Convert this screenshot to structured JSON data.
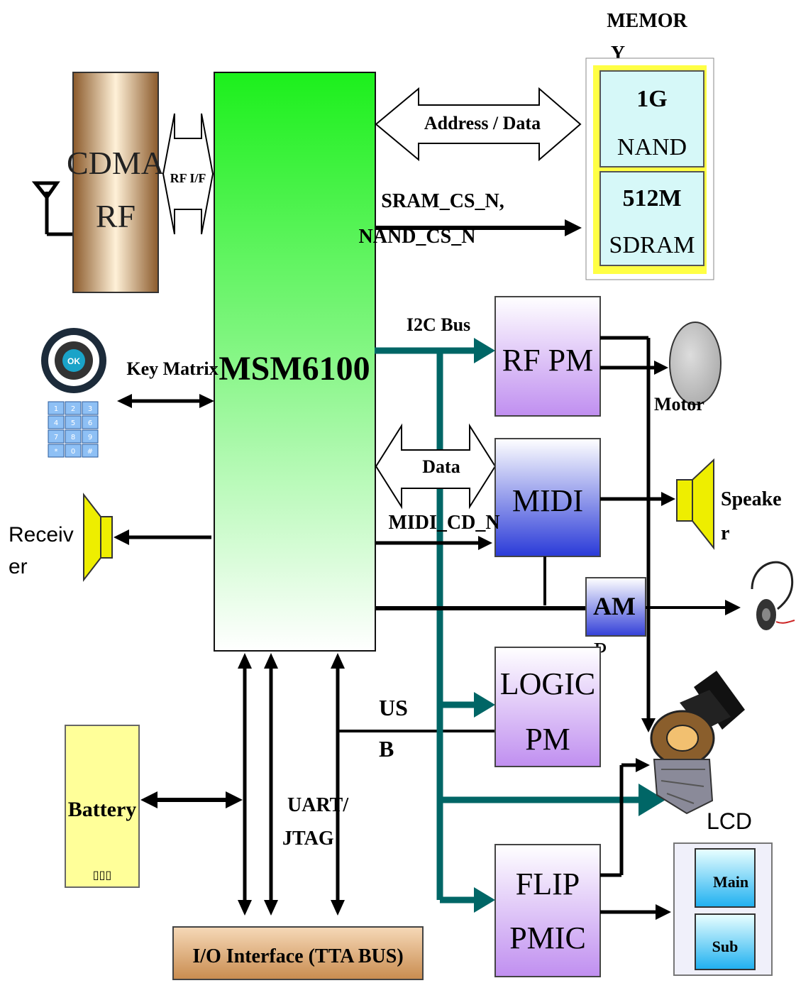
{
  "blocks": {
    "cdma_rf": "CDMA RF",
    "cdma_rf_line1": "CDMA",
    "cdma_rf_line2": "RF",
    "rf_if": "RF I/F",
    "msm": "MSM6100",
    "memory_title": "MEMORY",
    "memory_title_line1": "MEMOR",
    "memory_title_line2": "Y",
    "nand_line1": "1G",
    "nand_line2": "NAND",
    "sdram_line1": "512M",
    "sdram_line2": "SDRAM",
    "rf_pm": "RF PM",
    "midi": "MIDI",
    "amp_line1": "AM",
    "amp_line2": "P",
    "logic_line1": "LOGIC",
    "logic_line2": "PM",
    "flip_line1": "FLIP",
    "flip_line2": "PMIC",
    "battery": "Battery",
    "battery_pins": "▯▯▯",
    "io_interface": "I/O Interface (TTA BUS)",
    "lcd": "LCD",
    "lcd_main": "Main",
    "lcd_sub": "Sub"
  },
  "signals": {
    "address_data": "Address / Data",
    "sram_cs": "SRAM_CS_N,",
    "nand_cs": "NAND_CS_N",
    "i2c_bus": "I2C Bus",
    "key_matrix": "Key Matrix",
    "data": "Data",
    "midi_cd": "MIDI_CD_N",
    "usb_line1": "US",
    "usb_line2": "B",
    "uart_line1": "UART/",
    "uart_line2": "JTAG"
  },
  "devices": {
    "receiver_line1": "Receiv",
    "receiver_line2": "er",
    "motor": "Motor",
    "speaker_line1": "Speake",
    "speaker_line2": "r"
  },
  "keypad_keys": [
    "1",
    "2",
    "3",
    "4",
    "5",
    "6",
    "7",
    "8",
    "9",
    "*",
    "0",
    "#"
  ],
  "colors": {
    "msm_top": "#1ef01e",
    "msm_bottom": "#ffffff",
    "cdma_brown": "#a8793f",
    "teal_bus": "#006666",
    "memory_border": "#ffff33",
    "memory_cell": "#d6f7f7",
    "pm_purple": "#c9a5f0",
    "midi_blue": "#3a4cd8",
    "battery_yellow": "#ffff99",
    "io_brown": "#d9a673",
    "speaker_yellow": "#eeee00"
  }
}
